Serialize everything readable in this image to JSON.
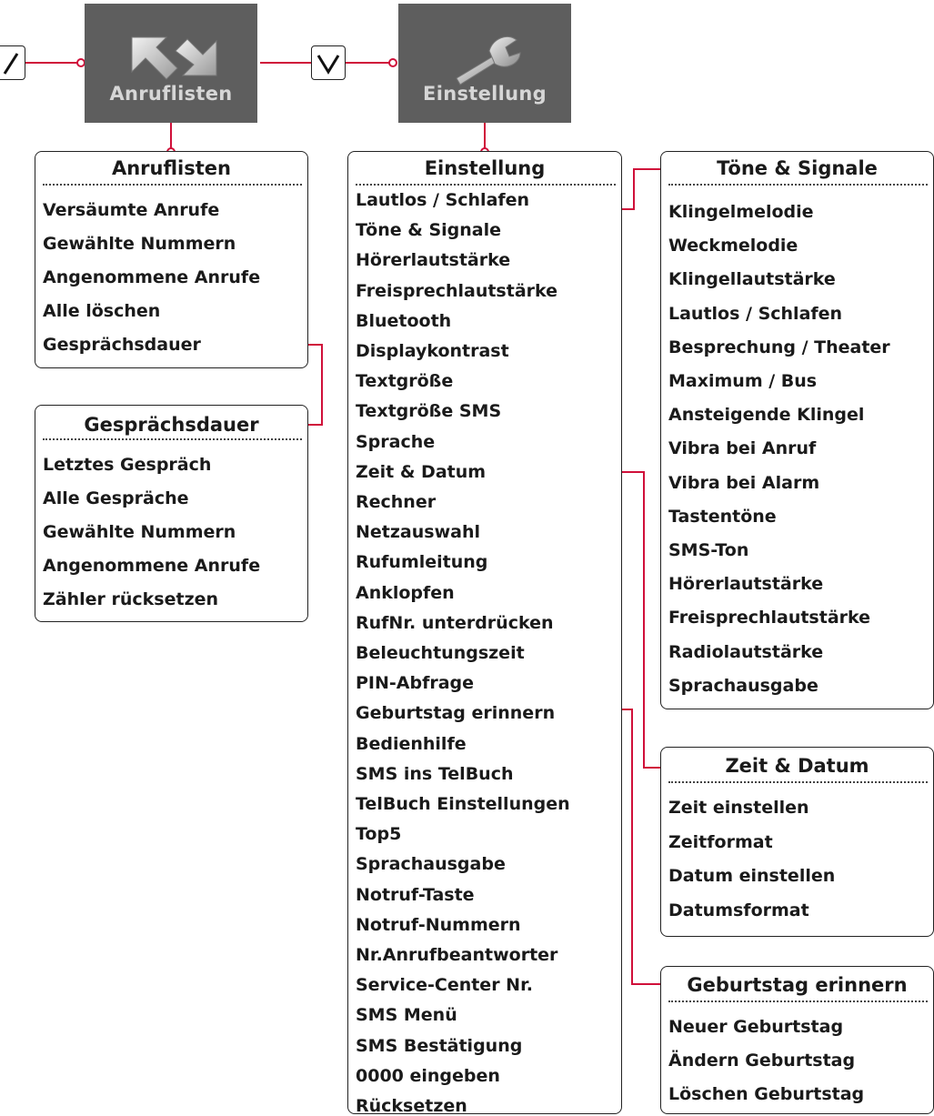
{
  "colors": {
    "connector": "#d0103a",
    "tile": "#5e5e5e",
    "tile_text": "#d6d6d6"
  },
  "tiles": [
    {
      "label": "Anruflisten",
      "icon": "arrows-icon"
    },
    {
      "label": "Einstellung",
      "icon": "wrench-icon"
    }
  ],
  "nav": {
    "left_chevron": "down-chevron-icon",
    "mid_chevron": "down-chevron-icon"
  },
  "panels": {
    "anruflisten": {
      "title": "Anruflisten",
      "items": [
        "Versäumte Anrufe",
        "Gewählte Nummern",
        "Angenommene Anrufe",
        "Alle löschen",
        "Gesprächsdauer"
      ]
    },
    "gespraechsdauer": {
      "title": "Gesprächsdauer",
      "items": [
        "Letztes Gespräch",
        "Alle Gespräche",
        "Gewählte Nummern",
        "Angenommene Anrufe",
        "Zähler rücksetzen"
      ]
    },
    "einstellung": {
      "title": "Einstellung",
      "items": [
        "Lautlos / Schlafen",
        "Töne & Signale",
        "Hörerlautstärke",
        "Freisprechlautstärke",
        "Bluetooth",
        "Displaykontrast",
        "Textgröße",
        "Textgröße SMS",
        "Sprache",
        "Zeit & Datum",
        "Rechner",
        "Netzauswahl",
        "Rufumleitung",
        "Anklopfen",
        "RufNr. unterdrücken",
        "Beleuchtungszeit",
        "PIN-Abfrage",
        "Geburtstag erinnern",
        "Bedienhilfe",
        "SMS ins TelBuch",
        "TelBuch Einstellungen",
        "Top5",
        "Sprachausgabe",
        "Notruf-Taste",
        "Notruf-Nummern",
        "Nr.Anrufbeantworter",
        "Service-Center Nr.",
        "SMS Menü",
        "SMS Bestätigung",
        "0000 eingeben",
        "Rücksetzen"
      ]
    },
    "toene": {
      "title": "Töne & Signale",
      "items": [
        "Klingelmelodie",
        "Weckmelodie",
        "Klingellautstärke",
        "Lautlos / Schlafen",
        "Besprechung / Theater",
        "Maximum / Bus",
        "Ansteigende Klingel",
        "Vibra bei Anruf",
        "Vibra bei Alarm",
        "Tastentöne",
        "SMS-Ton",
        "Hörerlautstärke",
        "Freisprechlautstärke",
        "Radiolautstärke",
        "Sprachausgabe"
      ]
    },
    "zeit": {
      "title": "Zeit & Datum",
      "items": [
        "Zeit einstellen",
        "Zeitformat",
        "Datum einstellen",
        "Datumsformat"
      ]
    },
    "geburtstag": {
      "title": "Geburtstag erinnern",
      "items": [
        "Neuer Geburtstag",
        "Ändern Geburtstag",
        "Löschen Geburtstag"
      ]
    }
  }
}
